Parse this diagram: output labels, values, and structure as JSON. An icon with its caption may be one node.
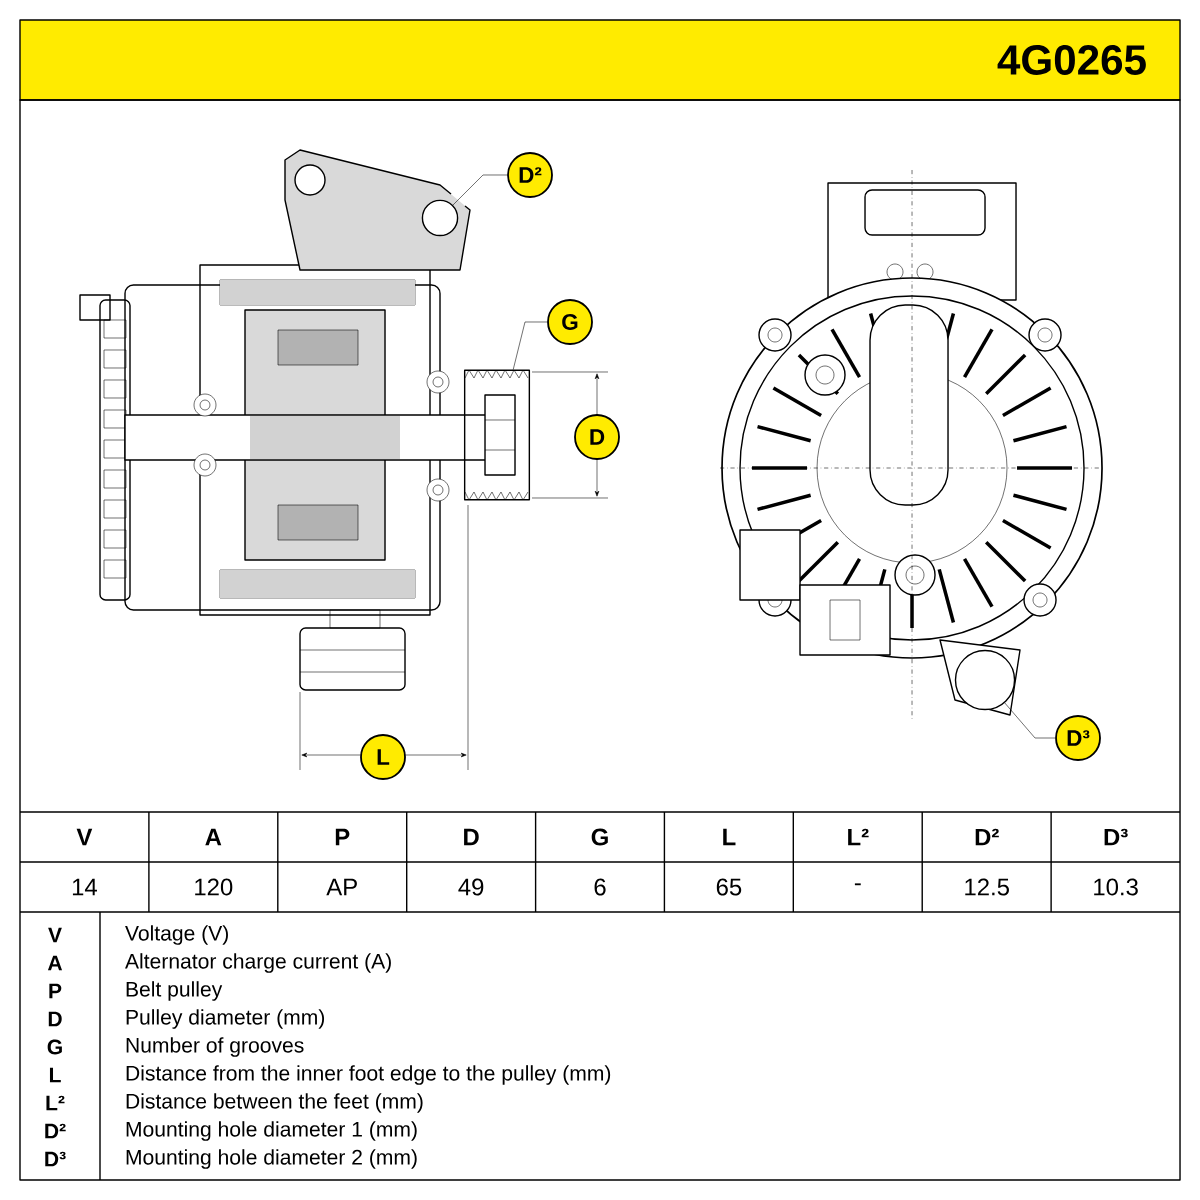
{
  "diagram": {
    "nodes": [
      {
        "text": [
          "D²"
        ]
      },
      {
        "text": [
          "G"
        ]
      },
      {
        "text": [
          "D"
        ]
      },
      {
        "text": [
          "L"
        ]
      },
      {
        "text": [
          "D³"
        ]
      },
      {
        "text": [],
        "shape": "circle"
      },
      {
        "text": [],
        "shape": "box"
      },
      {
        "text": [],
        "shape": "circle"
      }
    ],
    "edges": [
      {
        "from": 0,
        "to": 5,
        "arrow": "none"
      },
      {
        "from": 1,
        "to": 6,
        "arrow": "none"
      },
      {
        "from": 4,
        "to": 7,
        "arrow": "none"
      }
    ],
    "labels": [
      "4G0265",
      "V",
      "A",
      "P",
      "D",
      "G",
      "L",
      "L²",
      "D²",
      "D³",
      "14",
      "120",
      "AP",
      "49",
      "6",
      "65",
      "-",
      "12.5",
      "10.3",
      "V",
      "Voltage (V)",
      "A",
      "Alternator charge current (A)",
      "P",
      "Belt pulley",
      "D",
      "Pulley diameter (mm)",
      "G",
      "Number of grooves",
      "L",
      "Distance from the inner foot edge to the pulley (mm)",
      "L²",
      "Distance between the feet (mm)",
      "D²",
      "Mounting hole diameter 1 (mm)",
      "D³",
      "Mounting hole diameter 2 (mm)"
    ]
  }
}
